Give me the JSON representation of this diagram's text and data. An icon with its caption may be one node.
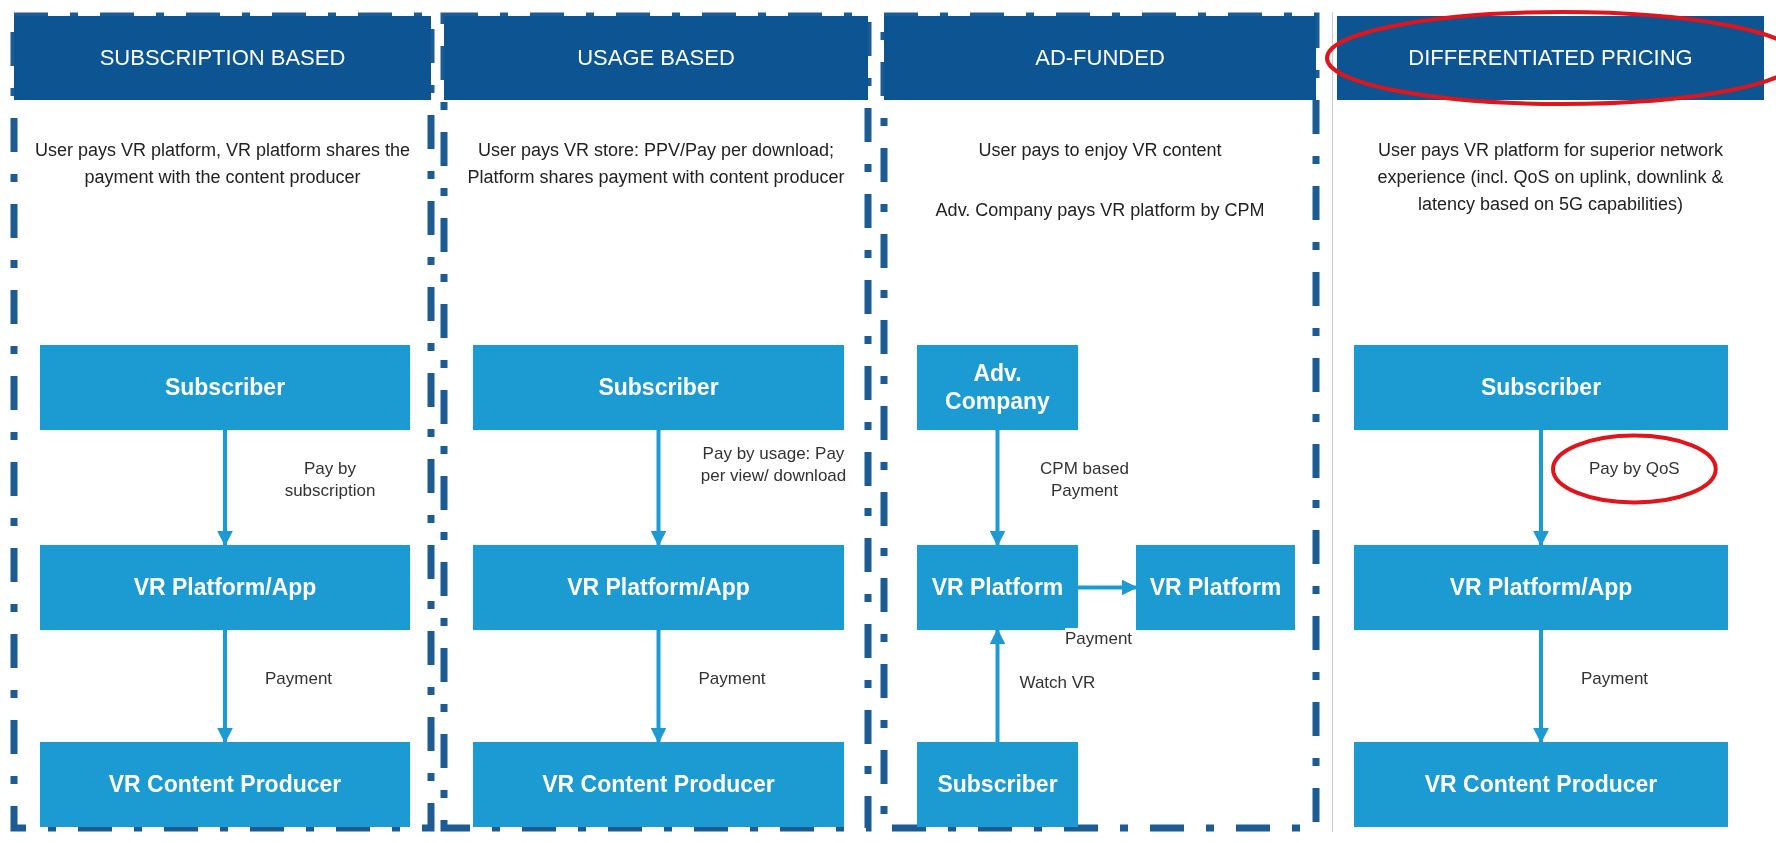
{
  "diagram": {
    "nodes": [
      {
        "text": [
          "SUBSCRIPTION BASED",
          "User pays VR platform, VR platform shares the payment with the content producer"
        ]
      },
      {
        "text": [
          "Subscriber"
        ],
        "in": 0
      },
      {
        "text": [
          "VR Platform/App"
        ],
        "in": 0
      },
      {
        "text": [
          "VR Content Producer"
        ],
        "in": 0
      },
      {
        "text": [
          "USAGE BASED",
          "User pays VR store: PPV/Pay per download; Platform shares payment with content producer"
        ]
      },
      {
        "text": [
          "Subscriber"
        ],
        "in": 4
      },
      {
        "text": [
          "VR Platform/App"
        ],
        "in": 4
      },
      {
        "text": [
          "VR Content Producer"
        ],
        "in": 4
      },
      {
        "text": [
          "AD-FUNDED",
          "User pays to enjoy VR content",
          "Adv. Company pays VR platform by CPM"
        ]
      },
      {
        "text": [
          "Adv. Company"
        ],
        "in": 8
      },
      {
        "text": [
          "VR Platform"
        ],
        "in": 8
      },
      {
        "text": [
          "VR Platform"
        ],
        "in": 8
      },
      {
        "text": [
          "Subscriber"
        ],
        "in": 8
      },
      {
        "text": [
          "DIFFERENTIATED PRICING",
          "User pays VR platform for superior network experience (incl. QoS on uplink, downlink & latency based on 5G capabilities)"
        ]
      },
      {
        "text": [
          "Subscriber"
        ],
        "in": 13
      },
      {
        "text": [
          "VR Platform/App"
        ],
        "in": 13
      },
      {
        "text": [
          "VR Content Producer"
        ],
        "in": 13
      }
    ],
    "edges": [
      {
        "from": 1,
        "to": 2,
        "arrow": "to",
        "label": "Pay by subscription"
      },
      {
        "from": 2,
        "to": 3,
        "arrow": "to",
        "label": "Payment"
      },
      {
        "from": 5,
        "to": 6,
        "arrow": "to",
        "label": "Pay by usage: Pay per view/ download"
      },
      {
        "from": 6,
        "to": 7,
        "arrow": "to",
        "label": "Payment"
      },
      {
        "from": 9,
        "to": 10,
        "arrow": "to",
        "label": "CPM based Payment"
      },
      {
        "from": 10,
        "to": 11,
        "arrow": "to",
        "label": "Payment"
      },
      {
        "from": 12,
        "to": 10,
        "arrow": "to",
        "label": "Watch VR"
      },
      {
        "from": 14,
        "to": 15,
        "arrow": "to",
        "label": "Pay by QoS"
      },
      {
        "from": 15,
        "to": 16,
        "arrow": "to",
        "label": "Payment"
      }
    ]
  }
}
